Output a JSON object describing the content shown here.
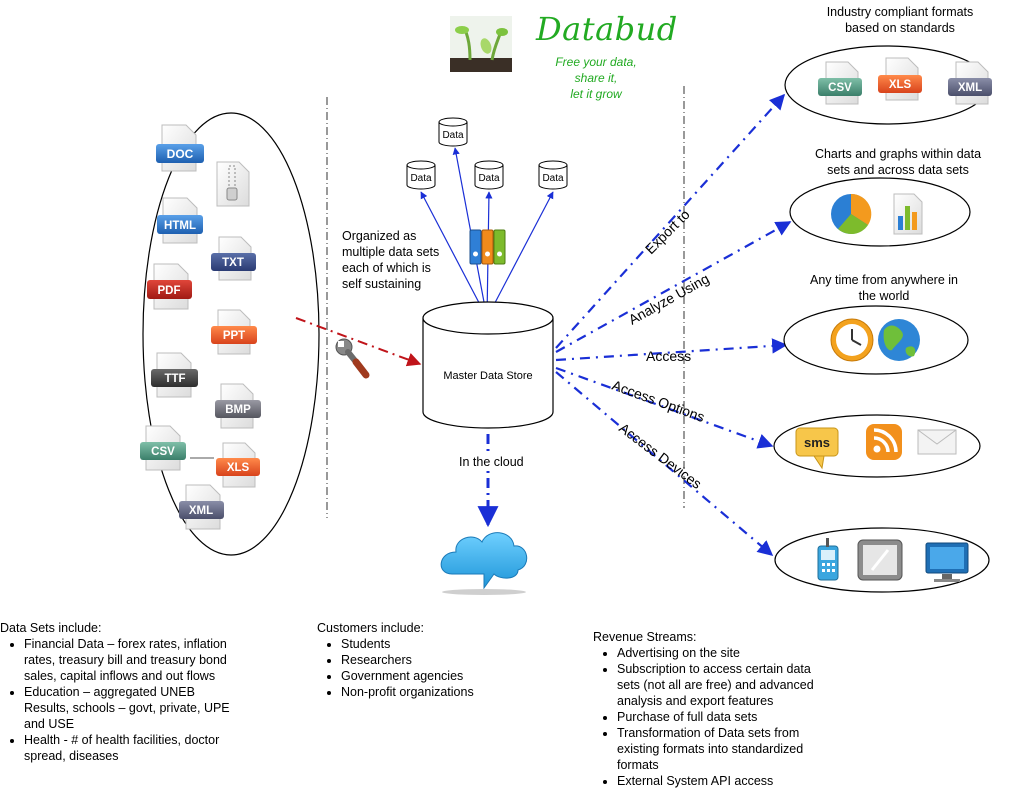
{
  "brand": {
    "name": "Databud",
    "tagline": [
      "Free your data,",
      "share it,",
      "let it grow"
    ]
  },
  "source_formats": [
    "DOC",
    "HTML",
    "TXT",
    "PDF",
    "PPT",
    "TTF",
    "BMP",
    "CSV",
    "XLS",
    "XML"
  ],
  "central": {
    "store_label": "Master Data Store",
    "data_label": "Data",
    "organized_text": [
      "Organized as",
      "multiple data sets",
      "each of which is",
      "self sustaining"
    ],
    "cloud_label": "In the cloud"
  },
  "flows": {
    "export": "Export to",
    "analyze": "Analyze Using",
    "access": "Access",
    "access_options": "Access Options",
    "access_devices": "Access Devices"
  },
  "outputs": {
    "formats_caption": [
      "Industry compliant formats",
      "based on standards"
    ],
    "formats": [
      "CSV",
      "XLS",
      "XML"
    ],
    "charts_caption": [
      "Charts and graphs within data",
      "sets and across data sets"
    ],
    "access_caption": [
      "Any time from anywhere in",
      "the world"
    ],
    "sms_label": "sms"
  },
  "colors": {
    "arrow_blue": "#1a2fd6",
    "arrow_red": "#c0141a",
    "brand_green": "#22aa22",
    "cloud": "#39b2e6"
  },
  "lists": {
    "datasets": {
      "title": "Data Sets include:",
      "items": [
        "Financial Data – forex rates, inflation rates, treasury bill and treasury bond sales, capital inflows and out flows",
        "Education – aggregated UNEB Results, schools – govt, private, UPE and USE",
        "Health - # of health facilities, doctor spread, diseases"
      ]
    },
    "customers": {
      "title": "Customers include:",
      "items": [
        "Students",
        "Researchers",
        "Government agencies",
        "Non-profit organizations"
      ]
    },
    "revenue": {
      "title": "Revenue Streams:",
      "items": [
        "Advertising on the site",
        "Subscription to access certain data sets (not all are free) and advanced analysis and export features",
        "Purchase of full data sets",
        "Transformation of Data sets from existing formats into standardized formats",
        "External System API access"
      ]
    }
  }
}
